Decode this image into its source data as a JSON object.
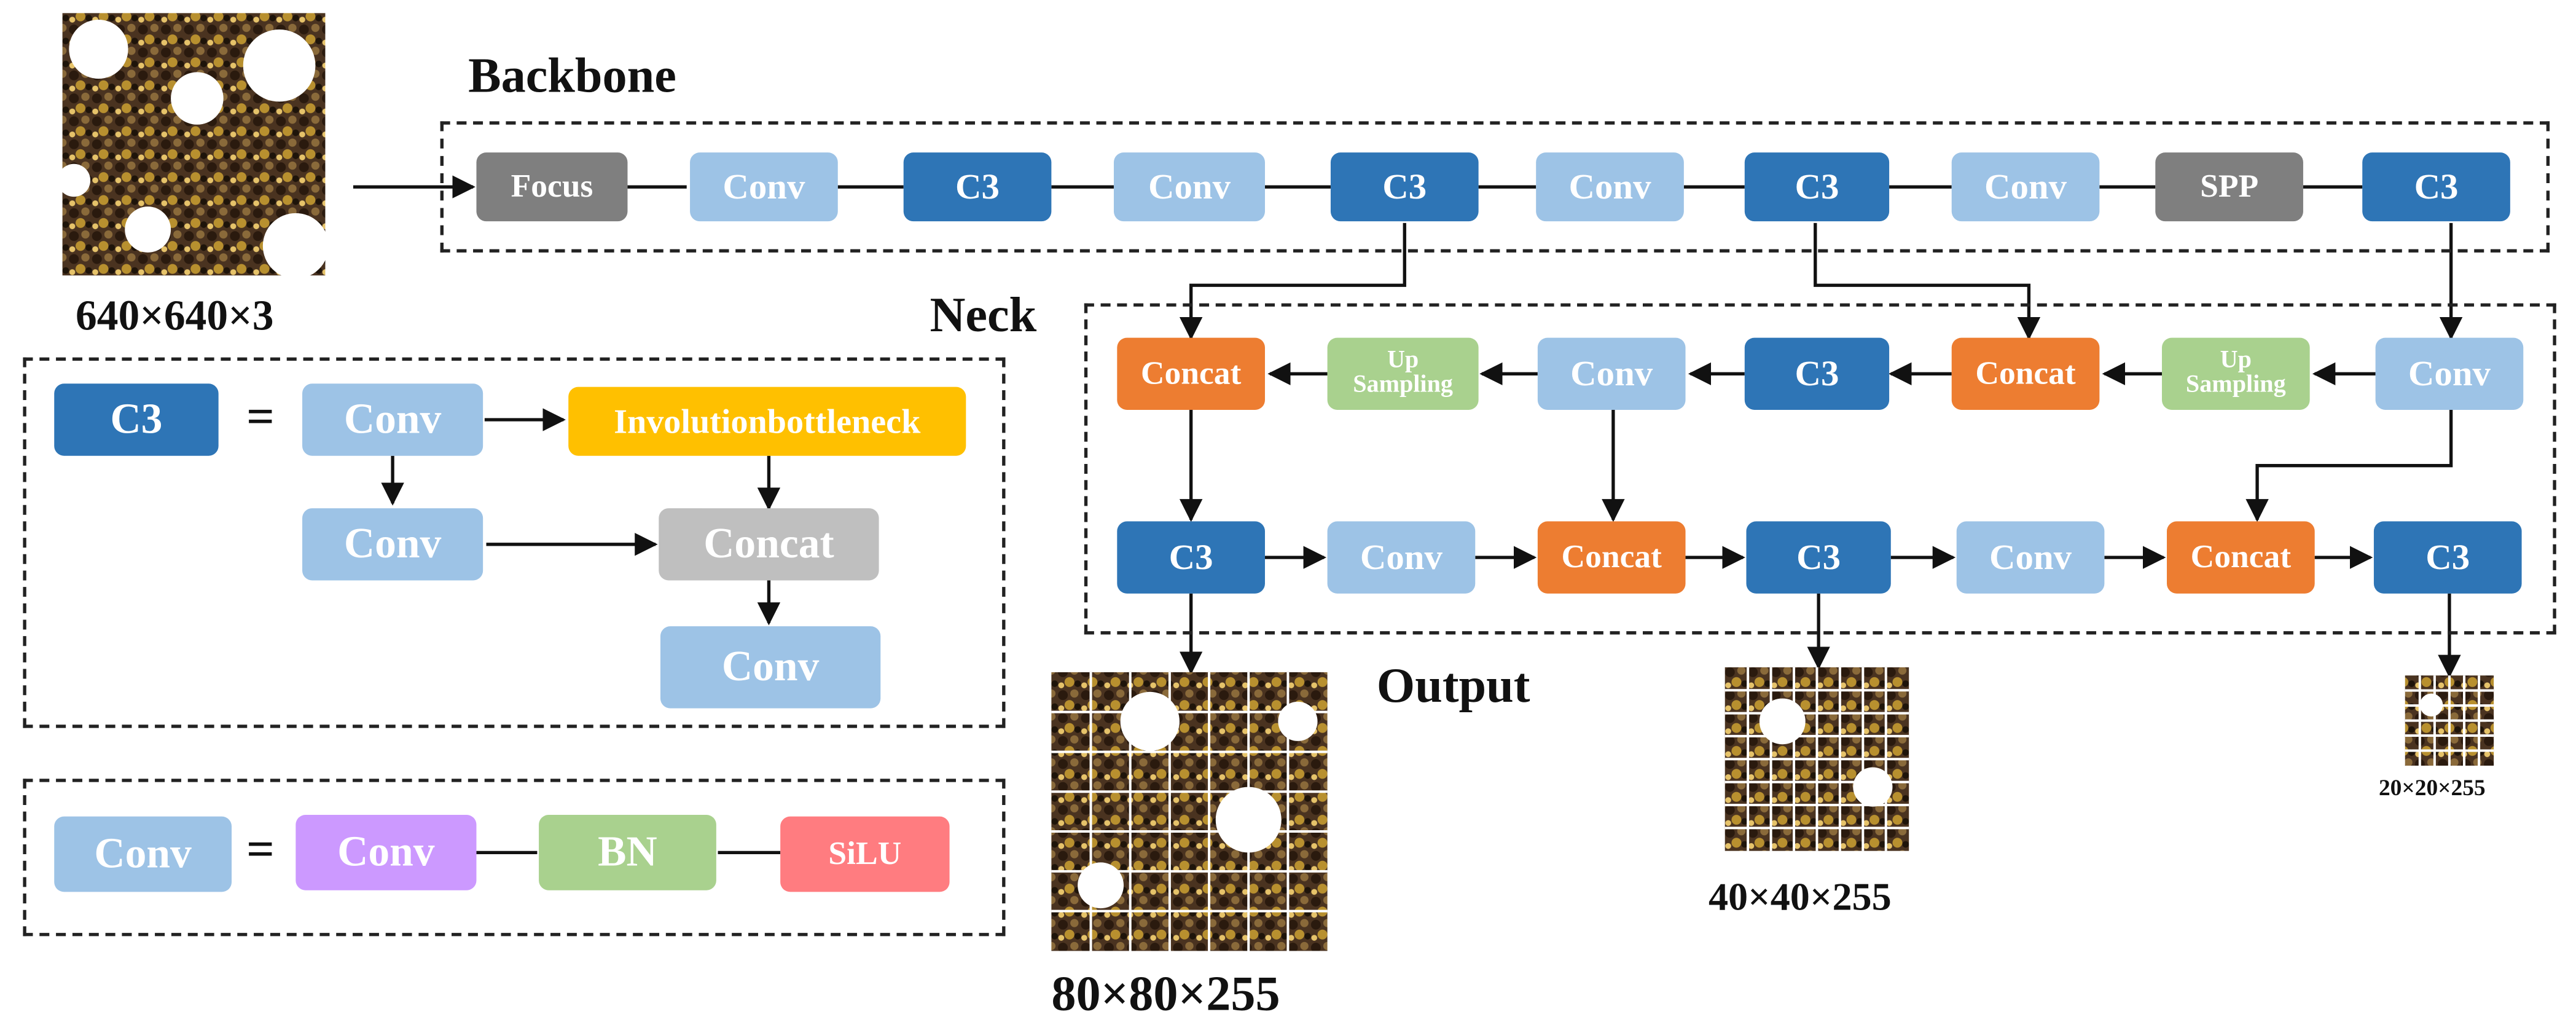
{
  "sections": {
    "backbone": "Backbone",
    "neck": "Neck",
    "output": "Output"
  },
  "input": {
    "size": "640×640×3"
  },
  "backbone_nodes": [
    "Focus",
    "Conv",
    "C3",
    "Conv",
    "C3",
    "Conv",
    "C3",
    "Conv",
    "SPP",
    "C3"
  ],
  "neck": {
    "top_row": [
      "Concat",
      "Up Sampling",
      "Conv",
      "C3",
      "Concat",
      "Up Sampling",
      "Conv"
    ],
    "bottom_row": [
      "C3",
      "Conv",
      "Concat",
      "C3",
      "Conv",
      "Concat",
      "C3"
    ],
    "up_line1": "Up",
    "up_line2": "Sampling"
  },
  "outputs": [
    "80×80×255",
    "40×40×255",
    "20×20×255"
  ],
  "c3_legend": {
    "c3": "C3",
    "equals": "=",
    "conv1": "Conv",
    "bottleneck": "Involutionbottleneck",
    "conv2": "Conv",
    "concat": "Concat",
    "conv3": "Conv"
  },
  "conv_legend": {
    "conv": "Conv",
    "equals": "=",
    "inner_conv": "Conv",
    "bn": "BN",
    "silu": "SiLU"
  },
  "colors": {
    "conv": "#9dc3e6",
    "c3": "#2e75b6",
    "focus_spp": "#7f7f7f",
    "concat": "#ed7d31",
    "upsampling": "#a9d18e",
    "bottleneck": "#ffc000",
    "concat_legend": "#bfbfbf",
    "inner_conv": "#cc99ff",
    "bn": "#a9d18e",
    "silu": "#ff7c80"
  }
}
